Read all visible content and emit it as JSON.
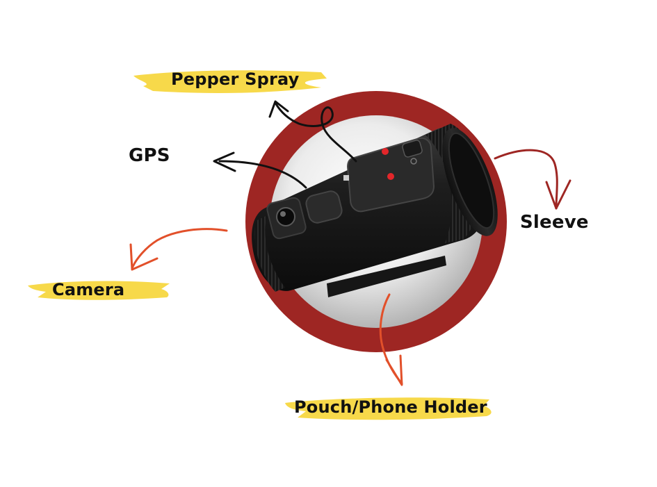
{
  "labels": {
    "pepper_spray": "Pepper Spray",
    "gps": "GPS",
    "sleeve": "Sleeve",
    "camera": "Camera",
    "pouch": "Pouch/Phone Holder"
  },
  "colors": {
    "ring": "#9e2623",
    "highlight": "#f7d94a",
    "arrow_black": "#111111",
    "arrow_red": "#9e2623",
    "arrow_orange": "#e2502a",
    "device_body": "#1c1c1c",
    "button_red": "#e3262a"
  }
}
